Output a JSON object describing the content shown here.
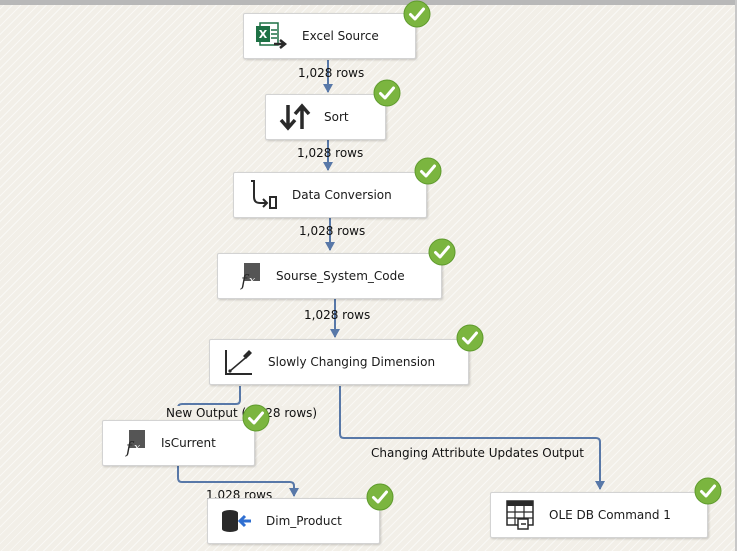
{
  "components": {
    "excel_source": {
      "label": "Excel Source",
      "icon": "excel-icon"
    },
    "sort": {
      "label": "Sort",
      "icon": "sort-icon"
    },
    "data_conversion": {
      "label": "Data Conversion",
      "icon": "data-conversion-icon"
    },
    "sourse_system_code": {
      "label": "Sourse_System_Code",
      "icon": "derived-column-icon"
    },
    "scd": {
      "label": "Slowly Changing Dimension",
      "icon": "scd-icon"
    },
    "is_current": {
      "label": "IsCurrent",
      "icon": "derived-column-icon"
    },
    "dim_product": {
      "label": "Dim_Product",
      "icon": "ole-db-destination-icon"
    },
    "ole_db_command": {
      "label": "OLE DB Command 1",
      "icon": "ole-db-command-icon"
    }
  },
  "paths": {
    "excel_to_sort": "1,028 rows",
    "sort_to_conversion": "1,028 rows",
    "conversion_to_derived": "1,028 rows",
    "derived_to_scd": "1,028 rows",
    "scd_new_output": "New Output (1,028 rows)",
    "scd_changing_output": "Changing Attribute Updates Output",
    "iscurrent_to_dim": "1,028 rows"
  },
  "colors": {
    "canvas": "#f2efe8",
    "path_line": "#5878a8",
    "success_check": "#7bb53f",
    "excel_green": "#1e7145"
  }
}
